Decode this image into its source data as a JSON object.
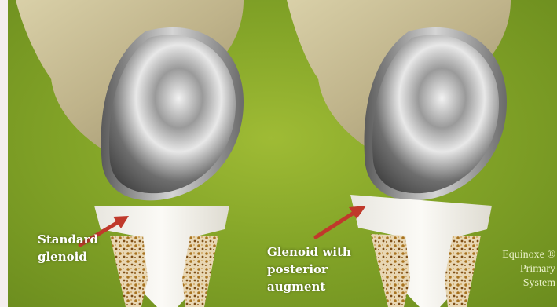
{
  "captions": {
    "left": "Standard\nglenoid",
    "right": "Glenoid with\nposterior\naugment"
  },
  "brand": {
    "text": "Equinoxe ®\nPrimary\nSystem"
  },
  "colors": {
    "background": "#8fae2c",
    "arrow": "#c0392b",
    "caption_text": "#ffffff"
  }
}
